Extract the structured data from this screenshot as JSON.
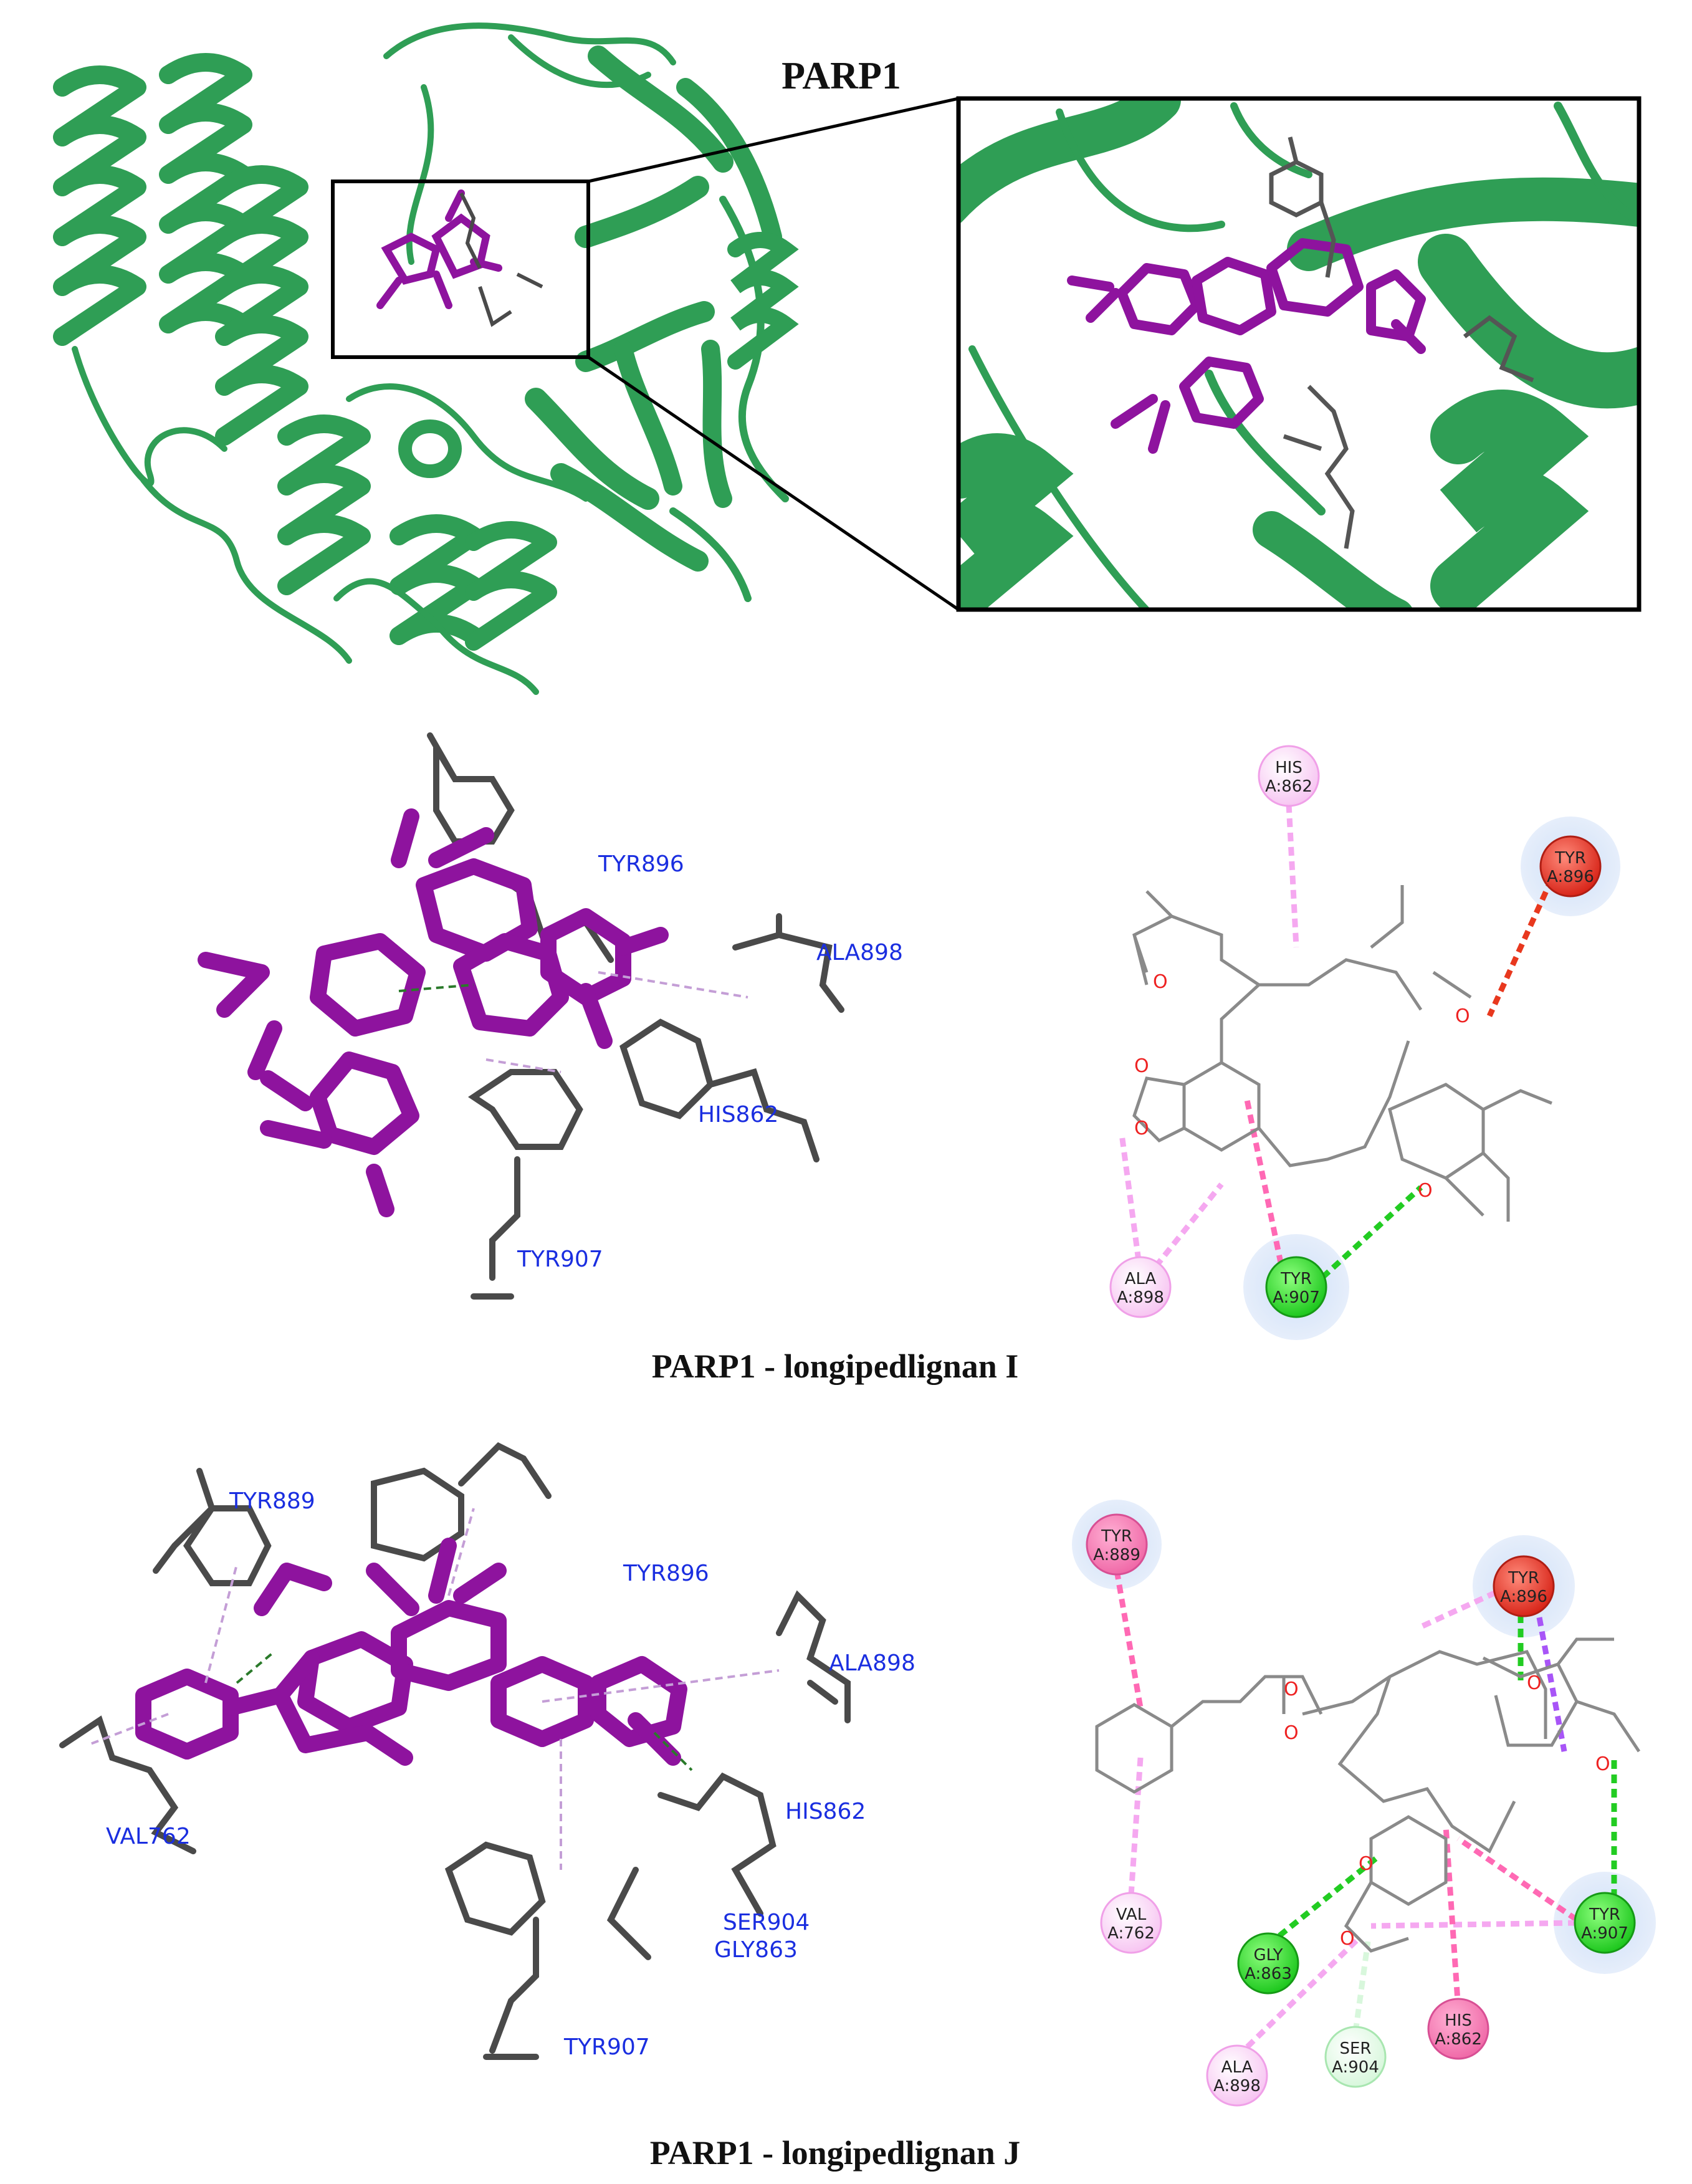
{
  "overview": {
    "title": "PARP1"
  },
  "complex_i": {
    "caption": "PARP1 - longipedlignan I",
    "residue_labels_3d": [
      "TYR896",
      "ALA898",
      "HIS862",
      "TYR907"
    ],
    "nodes_2d": [
      {
        "name": "HIS",
        "num": "A:862",
        "kind": "pi-cation"
      },
      {
        "name": "TYR",
        "num": "A:896",
        "kind": "unfavorable"
      },
      {
        "name": "ALA",
        "num": "A:898",
        "kind": "alkyl"
      },
      {
        "name": "TYR",
        "num": "A:907",
        "kind": "h-bond"
      }
    ]
  },
  "complex_j": {
    "caption": "PARP1 - longipedlignan J",
    "residue_labels_3d": [
      "TYR889",
      "TYR896",
      "ALA898",
      "VAL762",
      "HIS862",
      "SER904",
      "GLY863",
      "TYR907"
    ],
    "nodes_2d": [
      {
        "name": "TYR",
        "num": "A:889",
        "kind": "pi-pi"
      },
      {
        "name": "TYR",
        "num": "A:896",
        "kind": "unfavorable"
      },
      {
        "name": "VAL",
        "num": "A:762",
        "kind": "alkyl"
      },
      {
        "name": "GLY",
        "num": "A:863",
        "kind": "h-bond"
      },
      {
        "name": "TYR",
        "num": "A:907",
        "kind": "h-bond"
      },
      {
        "name": "ALA",
        "num": "A:898",
        "kind": "alkyl"
      },
      {
        "name": "SER",
        "num": "A:904",
        "kind": "carbon-h"
      },
      {
        "name": "HIS",
        "num": "A:862",
        "kind": "pi-pi"
      }
    ]
  },
  "colors": {
    "protein": "#2f9e55",
    "ligand": "#8e139e",
    "residue_stick": "#4a4a4a",
    "residue_label": "#1a2ee0",
    "h_bond": "#22cc22",
    "unfavorable": "#e8381e",
    "pi_interaction": "#ff69b4",
    "alkyl": "#f5a8f0"
  }
}
